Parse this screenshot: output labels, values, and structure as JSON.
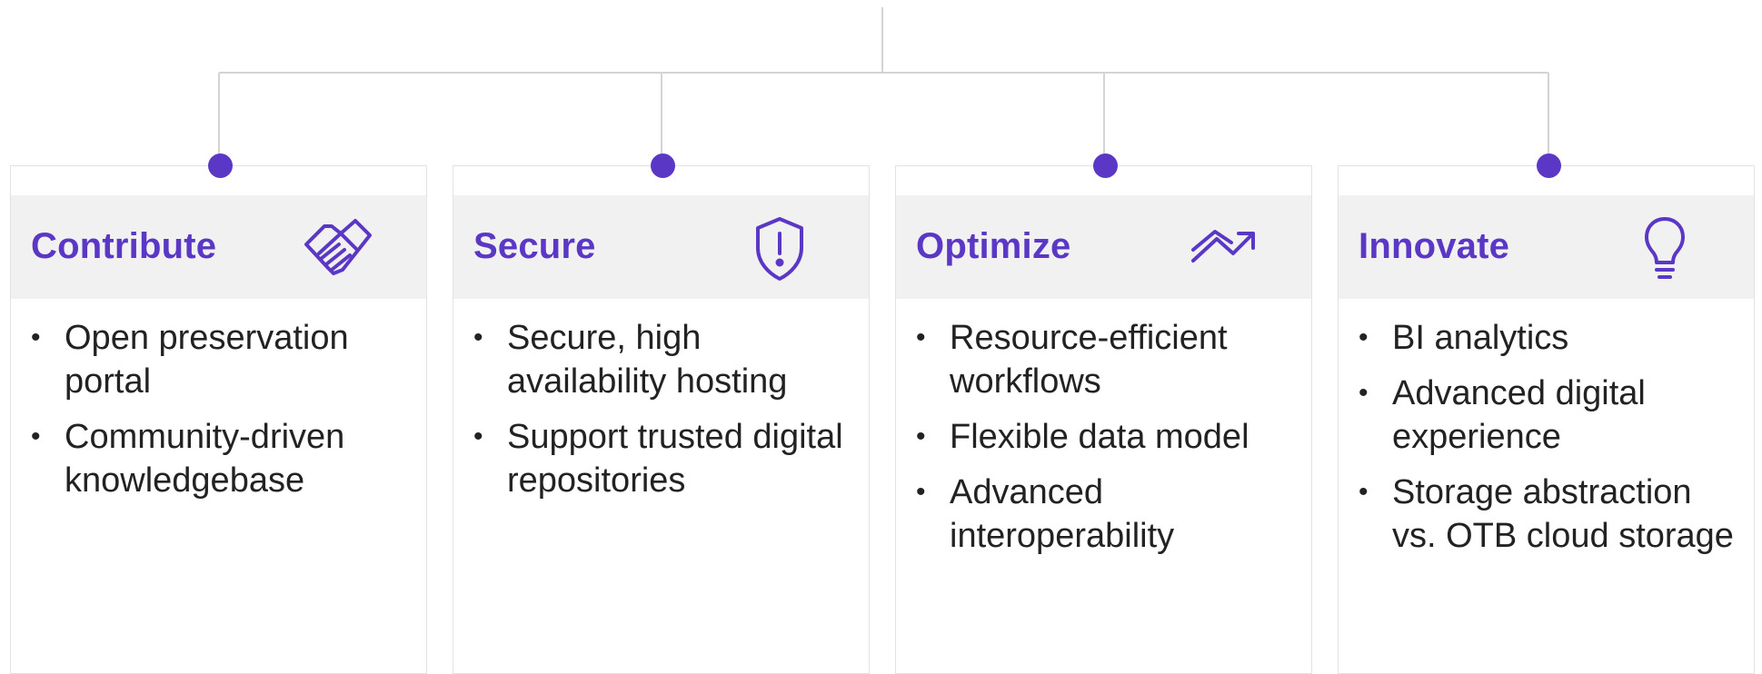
{
  "accent_color": "#5b37c6",
  "line_color": "#d4d4d4",
  "header_bg": "#f1f1f1",
  "cards": [
    {
      "title": "Contribute",
      "icon": "handshake-icon",
      "bullets": [
        "Open preservation portal",
        "Community-driven knowledgebase"
      ]
    },
    {
      "title": "Secure",
      "icon": "shield-exclamation-icon",
      "bullets": [
        "Secure, high availability hosting",
        "Support trusted digital repositories"
      ]
    },
    {
      "title": "Optimize",
      "icon": "trend-chart-icon",
      "bullets": [
        "Resource-efficient workflows",
        "Flexible data model",
        "Advanced interoperability"
      ]
    },
    {
      "title": "Innovate",
      "icon": "lightbulb-icon",
      "bullets": [
        "BI analytics",
        "Advanced digital experience",
        "Storage abstraction vs. OTB cloud storage"
      ]
    }
  ]
}
